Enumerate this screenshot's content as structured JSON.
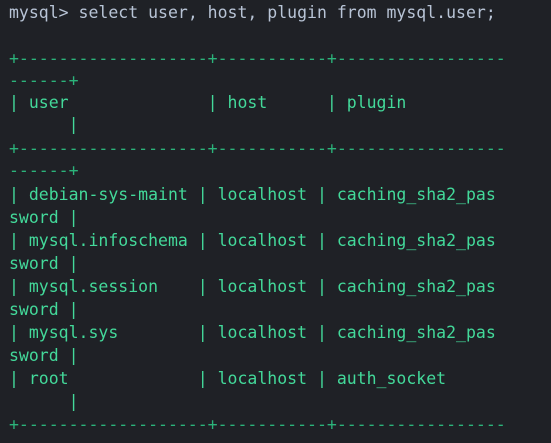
{
  "terminal": {
    "prompt": "mysql> ",
    "command": "select user, host, plugin from mysql.user;",
    "lines": [
      "+-------------------+-----------+-----------------",
      "------+",
      "| user              | host      | plugin",
      "      |",
      "+-------------------+-----------+-----------------",
      "------+",
      "| debian-sys-maint | localhost | caching_sha2_pas",
      "sword |",
      "| mysql.infoschema | localhost | caching_sha2_pas",
      "sword |",
      "| mysql.session    | localhost | caching_sha2_pas",
      "sword |",
      "| mysql.sys        | localhost | caching_sha2_pas",
      "sword |",
      "| root             | localhost | auth_socket",
      "      |",
      "+-------------------+-----------+-----------------"
    ]
  },
  "colors": {
    "background": "#1f2126",
    "command": "#b8c4d6",
    "border": "#2bb37a",
    "row_text": "#43d99a"
  }
}
